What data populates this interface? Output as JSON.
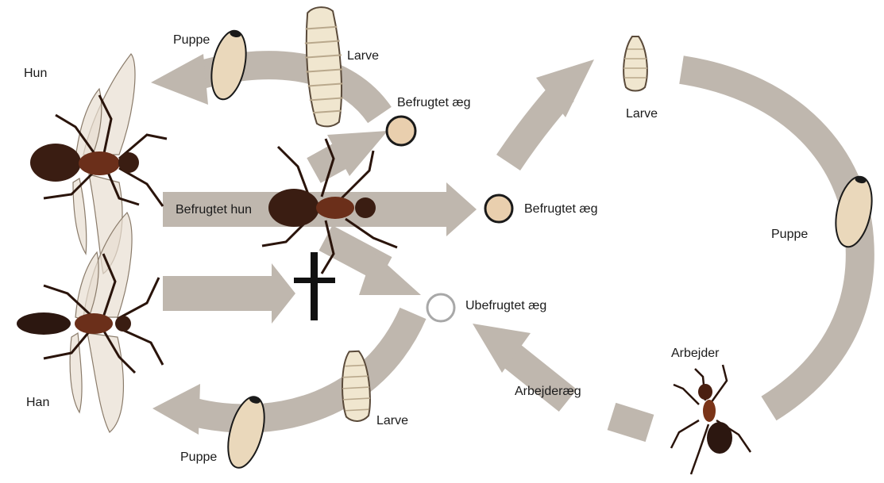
{
  "labels": {
    "hun": "Hun",
    "han": "Han",
    "puppe_top": "Puppe",
    "larve_top": "Larve",
    "befrugtet_aeg_top": "Befrugtet æg",
    "befrugtet_hun": "Befrugtet hun",
    "befrugtet_aeg_mid": "Befrugtet æg",
    "ubefrugtet_aeg": "Ubefrugtet æg",
    "larve_right": "Larve",
    "puppe_right": "Puppe",
    "arbejder": "Arbejder",
    "arbejderaeg": "Arbejderæg",
    "larve_bottom": "Larve",
    "puppe_bottom": "Puppe"
  },
  "colors": {
    "arrow": "#bfb7ae",
    "egg_fill": "#e9cfae",
    "pupa_fill": "#ead8bb",
    "larva_fill": "#f0e6cf",
    "ant_body": "#3a1d12",
    "ant_thorax": "#6b2f1a",
    "wing": "#e8ded2",
    "cross": "#111111"
  }
}
